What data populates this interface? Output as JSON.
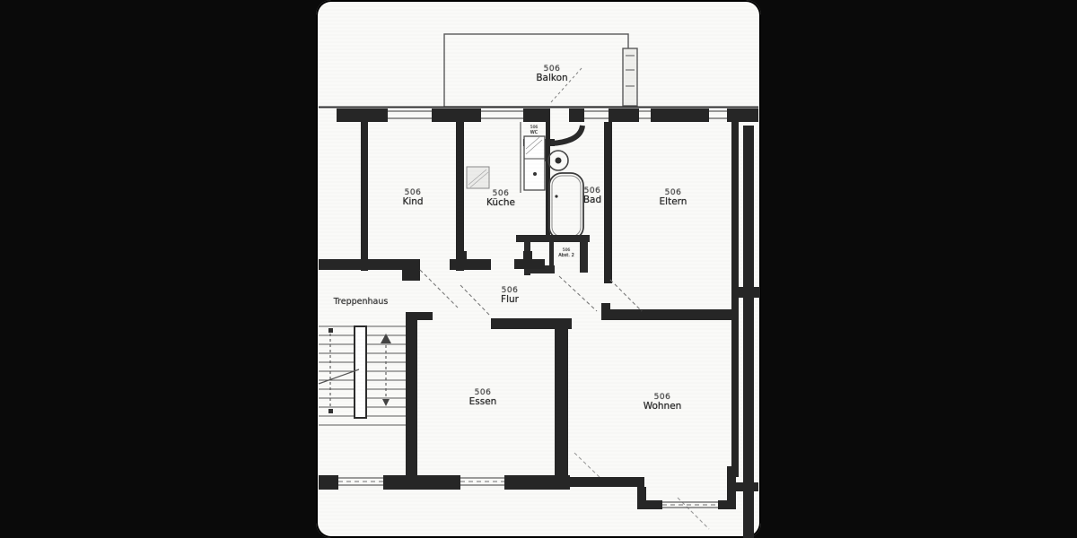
{
  "meta": {
    "type": "floor-plan",
    "description": "Scanned architectural floor plan of apartment 506 with staircase"
  },
  "colors": {
    "background": "#0a0a0a",
    "page": "#fafaf8",
    "ink": "#262626",
    "thin_line": "#555555",
    "dash_line": "#777777"
  },
  "rooms": [
    {
      "id": "balkon",
      "number": "506",
      "name": "Balkon"
    },
    {
      "id": "kind",
      "number": "506",
      "name": "Kind"
    },
    {
      "id": "kueche",
      "number": "506",
      "name": "Küche"
    },
    {
      "id": "wc",
      "number": "506",
      "name": "WC"
    },
    {
      "id": "bad",
      "number": "506",
      "name": "Bad"
    },
    {
      "id": "eltern",
      "number": "506",
      "name": "Eltern"
    },
    {
      "id": "abstellraum",
      "number": "506",
      "name": "Abst. 2"
    },
    {
      "id": "flur",
      "number": "506",
      "name": "Flur"
    },
    {
      "id": "treppenhaus",
      "number": "",
      "name": "Treppenhaus"
    },
    {
      "id": "essen",
      "number": "506",
      "name": "Essen"
    },
    {
      "id": "wohnen",
      "number": "506",
      "name": "Wohnen"
    }
  ]
}
